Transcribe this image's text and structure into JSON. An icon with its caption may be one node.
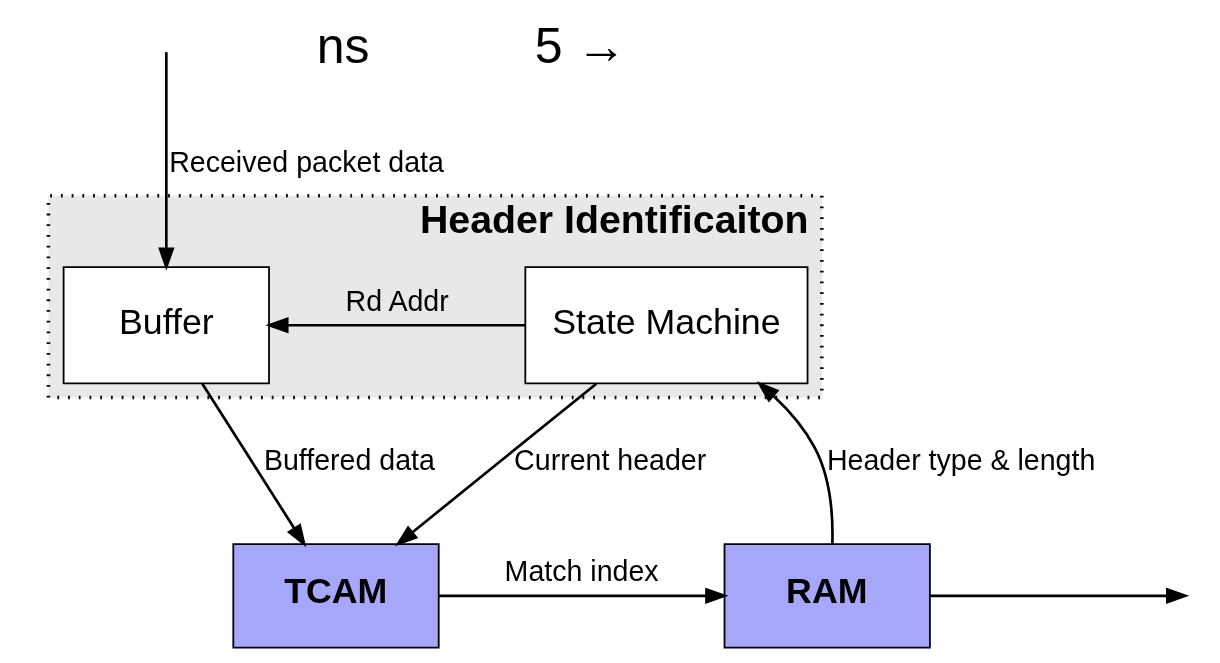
{
  "diagram": {
    "nodes": [
      {
        "text": [
          "Header Identificaiton"
        ]
      },
      {
        "text": [
          "Buffer"
        ],
        "in": 0
      },
      {
        "text": [
          "State Machine"
        ],
        "in": 0
      },
      {
        "text": [
          "TCAM"
        ]
      },
      {
        "text": [
          "RAM"
        ]
      }
    ],
    "edges": [
      {
        "from": null,
        "to": 1,
        "arrow": "to",
        "label": "Received packet data"
      },
      {
        "from": 2,
        "to": 1,
        "arrow": "to",
        "label": "Rd Addr"
      },
      {
        "from": 4,
        "to": 2,
        "arrow": "to",
        "label": "Header type & length"
      },
      {
        "from": 4,
        "to": null,
        "arrow": "to"
      },
      {
        "from": 1,
        "to": 3,
        "arrow": "to",
        "label": "Buffered data"
      },
      {
        "from": 2,
        "to": 3,
        "arrow": "to",
        "label": "Current header"
      },
      {
        "from": 3,
        "to": 4,
        "arrow": "to",
        "label": "Match index"
      }
    ],
    "labels": [
      "ns",
      "5 →"
    ]
  }
}
